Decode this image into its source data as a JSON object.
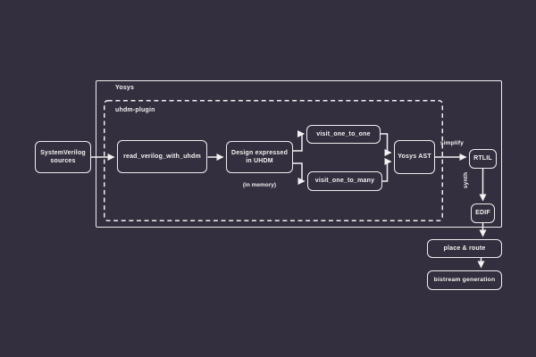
{
  "canvas": {
    "background_color": "#332f3e",
    "line_color": "#f2f2f2",
    "text_color": "#f2f2f2"
  },
  "containers": {
    "yosys": {
      "label": "Yosys"
    },
    "uhdm_plugin": {
      "label": "uhdm-plugin"
    }
  },
  "nodes": {
    "sv_sources": {
      "lines": [
        "SystemVerilog",
        "sources"
      ]
    },
    "read_verilog": {
      "label": "read_verilog_with_uhdm"
    },
    "design_uhdm": {
      "lines": [
        "Design expressed",
        "in UHDM"
      ],
      "note": "(in memory)"
    },
    "visit_one_to_one": {
      "label": "visit_one_to_one"
    },
    "visit_one_to_many": {
      "label": "visit_one_to_many"
    },
    "yosys_ast": {
      "label": "Yosys AST"
    },
    "rtlil": {
      "label": "RTLIL"
    },
    "edif": {
      "label": "EDIF"
    },
    "place_route": {
      "label": "place & route"
    },
    "bistream": {
      "label": "bistream generation"
    }
  },
  "edge_labels": {
    "simplify": "simplify",
    "synth": "synth"
  }
}
